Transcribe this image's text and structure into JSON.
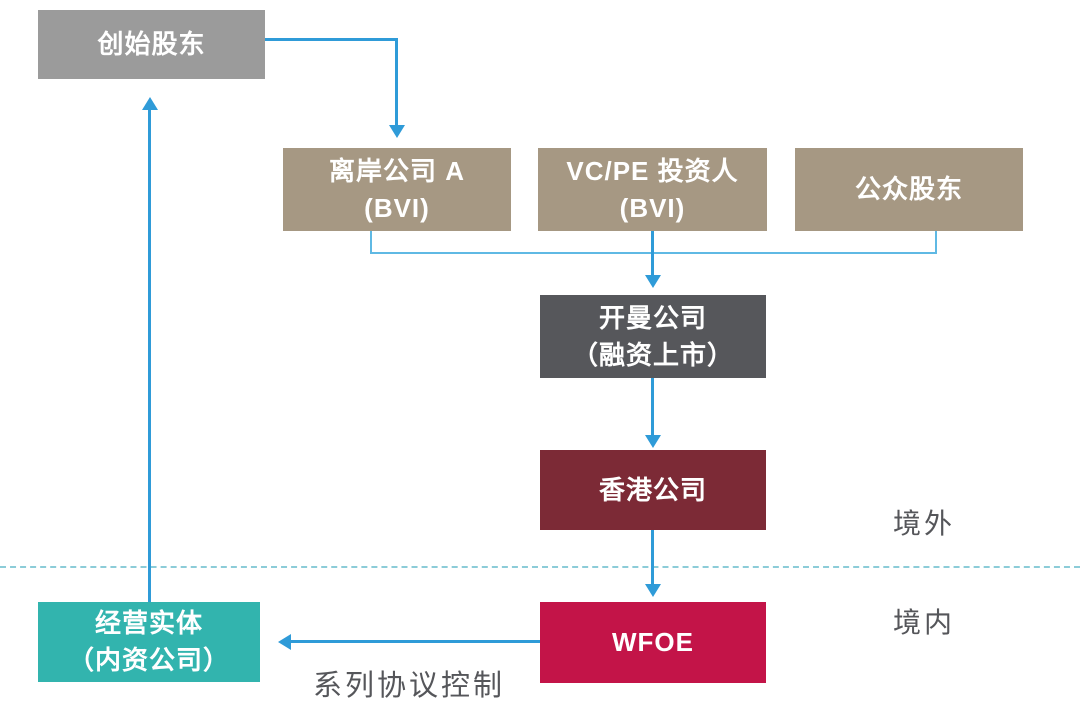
{
  "diagram": {
    "title_semantic": "VIE red-chip offshore listing structure",
    "nodes": {
      "founding": {
        "label": "创始股东"
      },
      "offshore_a": {
        "line1": "离岸公司 A",
        "line2": "(BVI)"
      },
      "vcpe": {
        "line1": "VC/PE 投资人",
        "line2": "(BVI)"
      },
      "public": {
        "label": "公众股东"
      },
      "cayman": {
        "line1": "开曼公司",
        "line2": "（融资上市）"
      },
      "hk": {
        "label": "香港公司"
      },
      "wfoe": {
        "label": "WFOE"
      },
      "opco": {
        "line1": "经营实体",
        "line2": "（内资公司）"
      }
    },
    "labels": {
      "offshore": "境外",
      "onshore": "境内",
      "control": "系列协议控制"
    },
    "colors": {
      "gray": "#9b9b9b",
      "tan": "#a69883",
      "dark": "#56575b",
      "maroon": "#7c2a36",
      "crimson": "#c31448",
      "teal": "#32b4ae",
      "arrow": "#2f9bd8",
      "thinline": "#5fb9e4",
      "divider": "#8cccd8",
      "label": "#55565a"
    }
  }
}
